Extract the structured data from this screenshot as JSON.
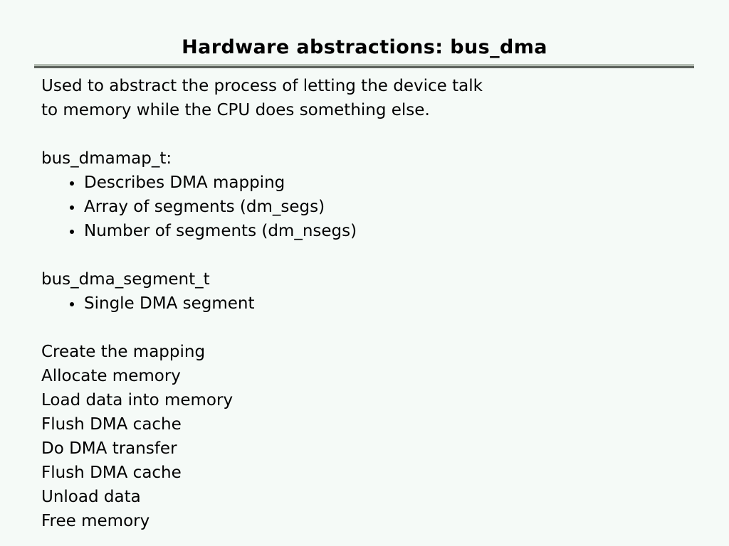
{
  "slide": {
    "title": "Hardware abstractions: bus_dma",
    "background_color": "#f5faf7",
    "text_color": "#000000",
    "rule": {
      "top_color": "#b4bdb4",
      "bottom_color": "#5c625c"
    },
    "intro": [
      "Used to abstract the process of letting the device talk",
      "to memory while the CPU does something else."
    ],
    "sections": [
      {
        "heading": "bus_dmamap_t:",
        "bullets": [
          "Describes DMA mapping",
          "Array of segments (dm_segs)",
          "Number of segments (dm_nsegs)"
        ]
      },
      {
        "heading": "bus_dma_segment_t",
        "bullets": [
          "Single DMA segment"
        ]
      }
    ],
    "steps": [
      "Create the mapping",
      "Allocate memory",
      "Load data into memory",
      "Flush DMA cache",
      "Do DMA transfer",
      "Flush DMA cache",
      "Unload data",
      "Free memory"
    ]
  }
}
